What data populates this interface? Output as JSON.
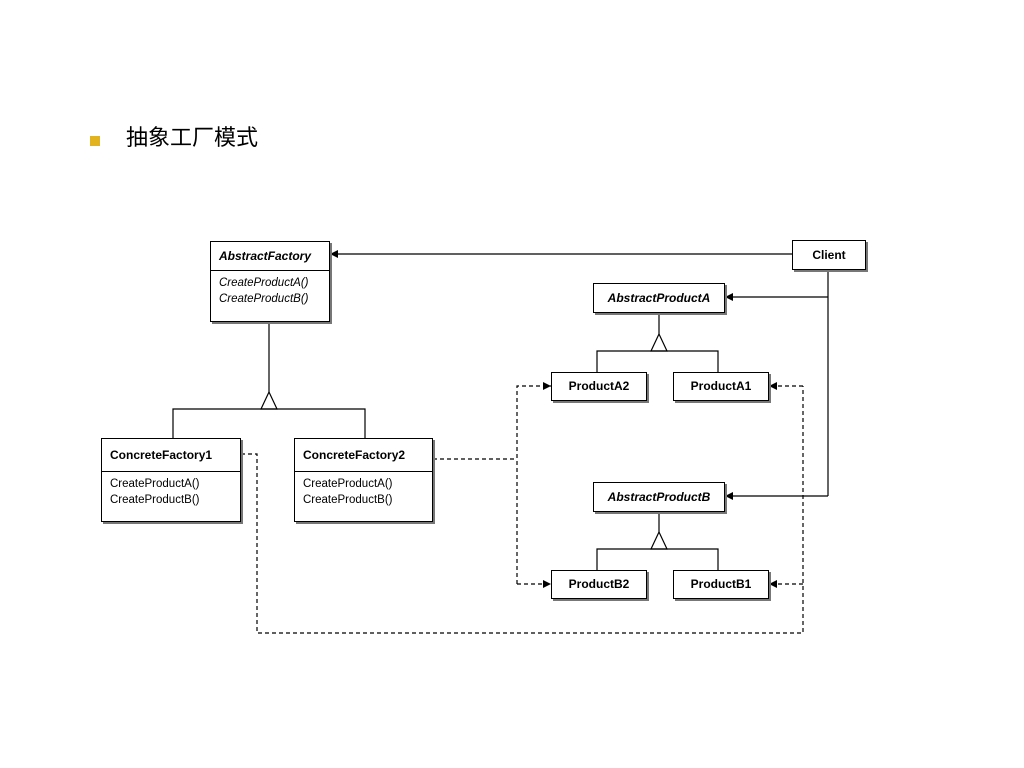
{
  "slide": {
    "title": "抽象工厂模式",
    "bullet_color": "#e3b21f"
  },
  "diagram": {
    "classes": {
      "abstract_factory": {
        "name": "AbstractFactory",
        "operations": [
          "CreateProductA()",
          "CreateProductB()"
        ],
        "abstract": true
      },
      "concrete_factory_1": {
        "name": "ConcreteFactory1",
        "operations": [
          "CreateProductA()",
          "CreateProductB()"
        ]
      },
      "concrete_factory_2": {
        "name": "ConcreteFactory2",
        "operations": [
          "CreateProductA()",
          "CreateProductB()"
        ]
      },
      "client": {
        "name": "Client"
      },
      "abstract_product_a": {
        "name": "AbstractProductA",
        "abstract": true
      },
      "product_a2": {
        "name": "ProductA2"
      },
      "product_a1": {
        "name": "ProductA1"
      },
      "abstract_product_b": {
        "name": "AbstractProductB",
        "abstract": true
      },
      "product_b2": {
        "name": "ProductB2"
      },
      "product_b1": {
        "name": "ProductB1"
      }
    },
    "relationships": [
      {
        "from": "Client",
        "to": "AbstractFactory",
        "type": "association"
      },
      {
        "from": "Client",
        "to": "AbstractProductA",
        "type": "association"
      },
      {
        "from": "Client",
        "to": "AbstractProductB",
        "type": "association"
      },
      {
        "from": "ConcreteFactory1",
        "to": "AbstractFactory",
        "type": "inheritance"
      },
      {
        "from": "ConcreteFactory2",
        "to": "AbstractFactory",
        "type": "inheritance"
      },
      {
        "from": "ProductA2",
        "to": "AbstractProductA",
        "type": "inheritance"
      },
      {
        "from": "ProductA1",
        "to": "AbstractProductA",
        "type": "inheritance"
      },
      {
        "from": "ProductB2",
        "to": "AbstractProductB",
        "type": "inheritance"
      },
      {
        "from": "ProductB1",
        "to": "AbstractProductB",
        "type": "inheritance"
      },
      {
        "from": "ConcreteFactory1",
        "to": "ProductA1",
        "type": "dependency"
      },
      {
        "from": "ConcreteFactory1",
        "to": "ProductB1",
        "type": "dependency"
      },
      {
        "from": "ConcreteFactory2",
        "to": "ProductA2",
        "type": "dependency"
      },
      {
        "from": "ConcreteFactory2",
        "to": "ProductB2",
        "type": "dependency"
      }
    ]
  }
}
